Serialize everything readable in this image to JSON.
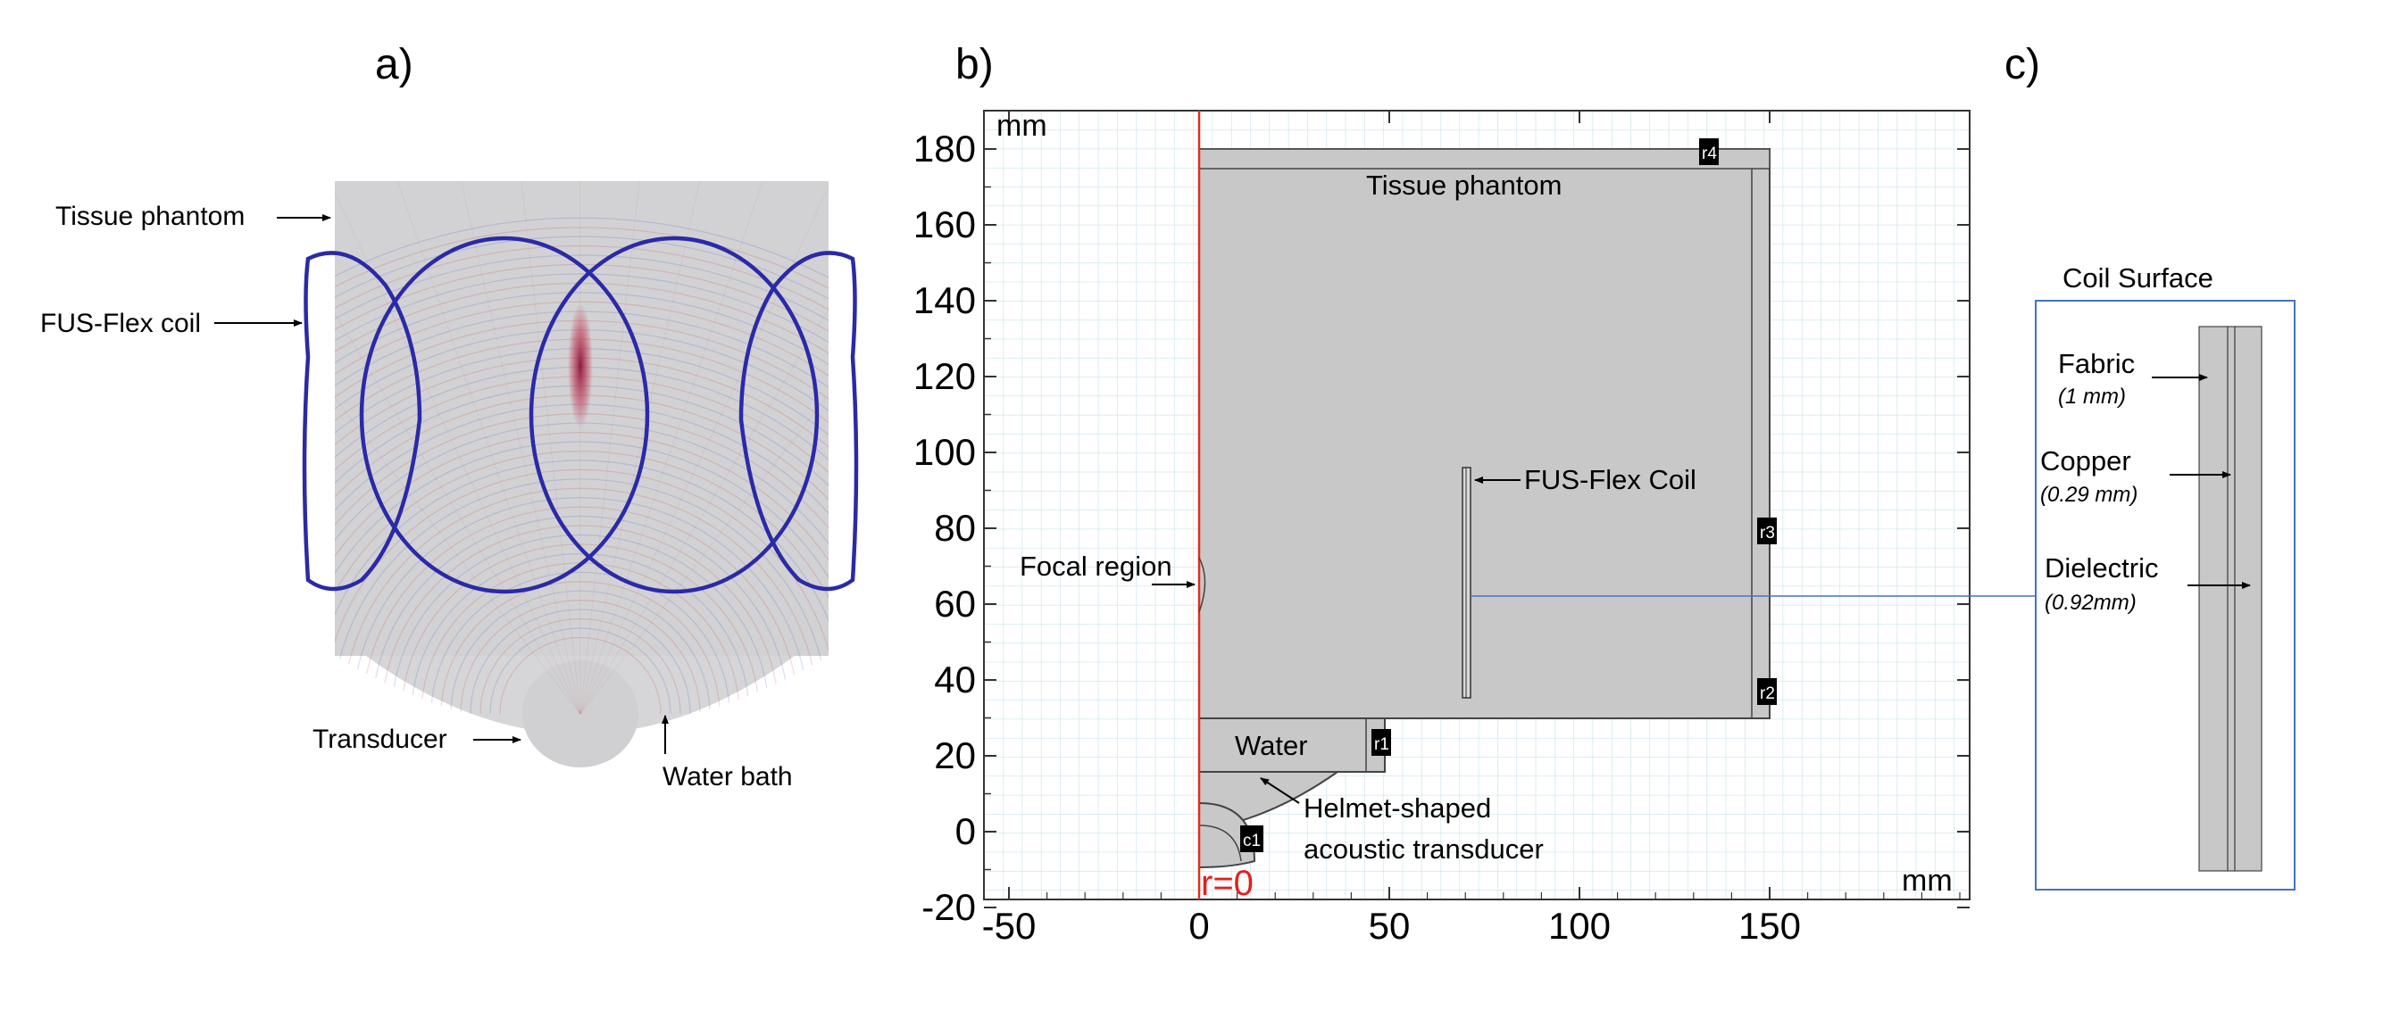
{
  "panels": {
    "a": {
      "letter": "a)"
    },
    "b": {
      "letter": "b)"
    },
    "c": {
      "letter": "c)"
    }
  },
  "panel_a": {
    "labels": {
      "tissue_phantom": "Tissue phantom",
      "fus_flex_coil": "FUS-Flex coil",
      "transducer": "Transducer",
      "water_bath": "Water bath"
    },
    "colors": {
      "coil": "#2a2aa8",
      "phantom": "#d2d2d4",
      "wave_red": "#c0304a",
      "wave_blue": "#4a4ac8"
    }
  },
  "panel_b": {
    "axis_unit_y": "mm",
    "axis_unit_x": "mm",
    "axis_origin_label": "r=0",
    "y_ticks": [
      "180",
      "160",
      "140",
      "120",
      "100",
      "80",
      "60",
      "40",
      "20",
      "0",
      "-20"
    ],
    "x_ticks": [
      "-50",
      "0",
      "50",
      "100",
      "150"
    ],
    "labels": {
      "tissue_phantom": "Tissue phantom",
      "fus_flex_coil": "FUS-Flex Coil",
      "focal_region": "Focal region",
      "water": "Water",
      "transducer_line1": "Helmet-shaped",
      "transducer_line2": "acoustic transducer"
    },
    "tags": {
      "r1": "r1",
      "r2": "r2",
      "r3": "r3",
      "r4": "r4",
      "c1": "c1"
    },
    "colors": {
      "grid": "#b9dbe6",
      "domain": "#c8c8c8",
      "axis_line": "#e03020",
      "origin_text": "#e02020",
      "tag_bg": "#000000"
    }
  },
  "panel_c": {
    "title": "Coil Surface",
    "layers": [
      {
        "name": "Fabric",
        "thickness": "(1 mm)"
      },
      {
        "name": "Copper",
        "thickness": "(0.29 mm)"
      },
      {
        "name": "Dielectric",
        "thickness": "(0.92mm)"
      }
    ],
    "colors": {
      "frame": "#4472c4",
      "layer": "#c8c8c8",
      "connector": "#4472c4"
    }
  }
}
